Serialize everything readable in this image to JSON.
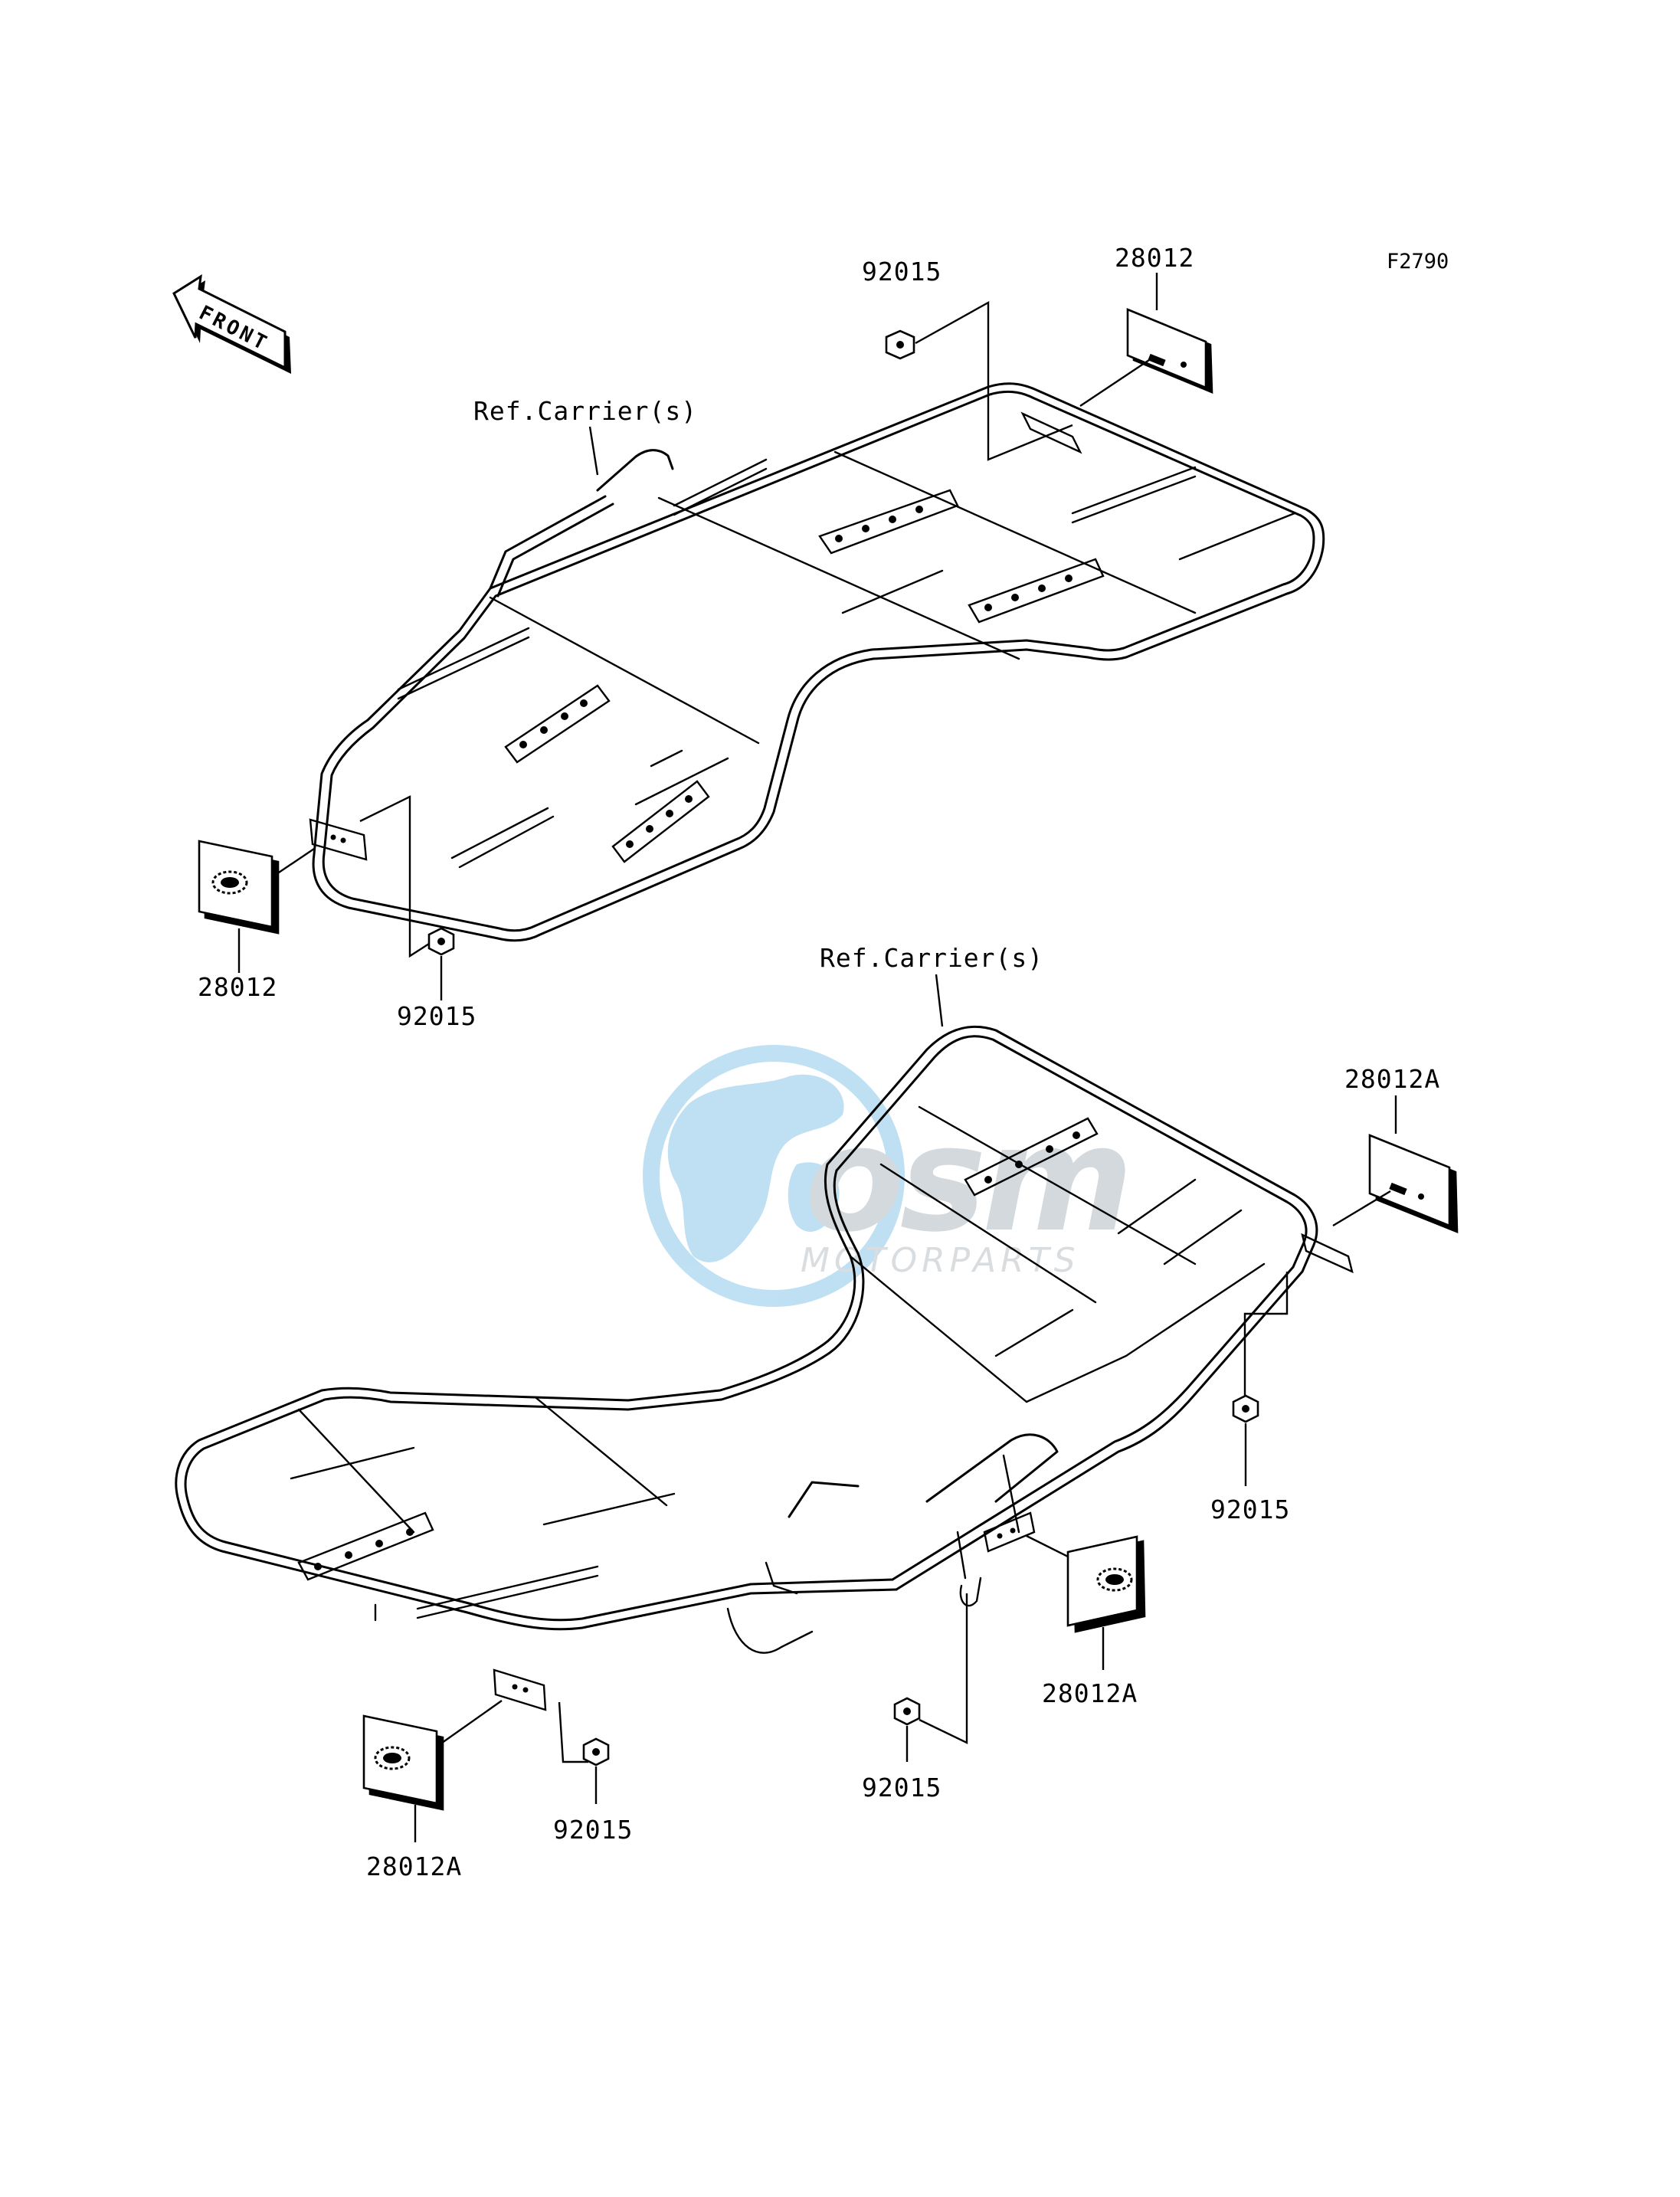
{
  "figure_code": "F2790",
  "front_arrow": {
    "label": "FRONT",
    "icon": "front-direction-arrow-icon"
  },
  "watermark": {
    "text": "osm",
    "subtext": "MOTORPARTS",
    "icon": "globe-logo-icon",
    "color": "#3aa0dc"
  },
  "upper_assembly": {
    "ref_label": "Ref.Carrier(s)",
    "callouts": {
      "reflector_top_right": "28012",
      "nut_top": "92015",
      "reflector_bottom_left": "28012",
      "nut_bottom_left": "92015"
    }
  },
  "lower_assembly": {
    "ref_label": "Ref.Carrier(s)",
    "callouts": {
      "reflector_right": "28012A",
      "nut_right": "92015",
      "reflector_middle": "28012A",
      "nut_middle": "92015",
      "reflector_bottom_left": "28012A",
      "nut_bottom_left": "92015"
    }
  }
}
